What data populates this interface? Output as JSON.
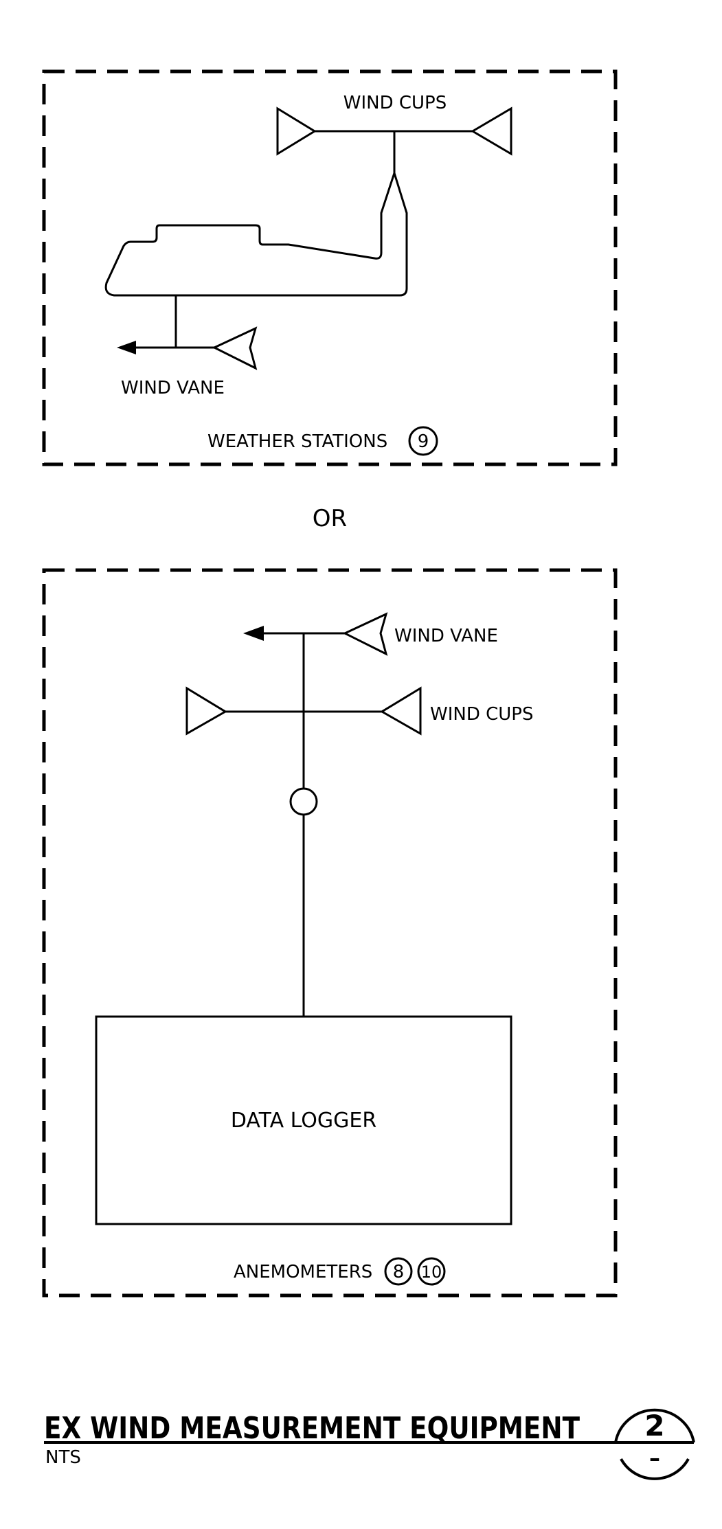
{
  "panel1": {
    "wind_cups": "WIND CUPS",
    "wind_vane": "WIND VANE",
    "caption": "WEATHER STATIONS",
    "callout": "9"
  },
  "separator": "OR",
  "panel2": {
    "wind_vane": "WIND VANE",
    "wind_cups": "WIND CUPS",
    "data_logger": "DATA LOGGER",
    "caption": "ANEMOMETERS",
    "callouts": [
      "8",
      "10"
    ]
  },
  "title_block": {
    "title": "EX WIND MEASUREMENT EQUIPMENT",
    "scale": "NTS",
    "detail_number": "2",
    "sheet_ref": "–"
  }
}
